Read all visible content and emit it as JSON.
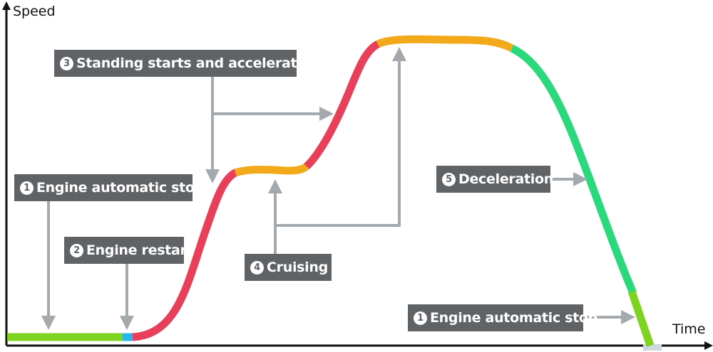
{
  "axes": {
    "y_label": "Speed",
    "x_label": "Time"
  },
  "callouts": {
    "standing": {
      "number": "3",
      "text": "Standing starts and acceleration"
    },
    "stop_1": {
      "number": "1",
      "text": "Engine automatic stop"
    },
    "restart": {
      "number": "2",
      "text": "Engine restart"
    },
    "cruising": {
      "number": "4",
      "text": "Cruising"
    },
    "decel": {
      "number": "5",
      "text": "Deceleration"
    },
    "stop_2": {
      "number": "1",
      "text": "Engine automatic stop"
    }
  },
  "colors": {
    "engine_stop": "#7ed321",
    "engine_restart": "#29b6e8",
    "acceleration": "#e8405a",
    "cruising": "#f2a91a",
    "deceleration": "#2bd97c",
    "arrow": "#a3a9ad",
    "callout_bg": "#5f6365",
    "axis": "#111111"
  }
}
